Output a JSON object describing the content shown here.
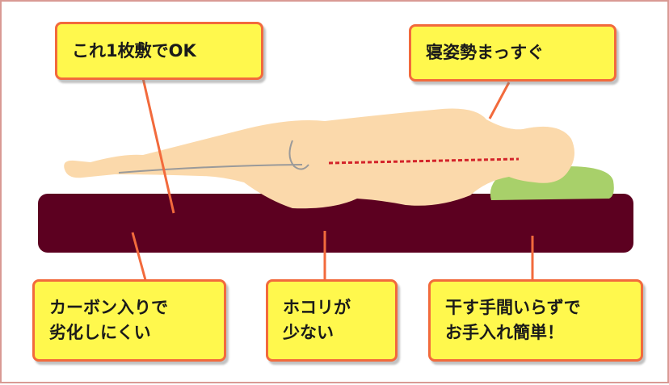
{
  "callouts": {
    "single_sheet": "これ1枚敷でOK",
    "posture": "寝姿勢まっすぐ",
    "carbon": "カーボン入りで\n劣化しにくい",
    "dust": "ホコリが\n少ない",
    "care": "干す手間いらずで\nお手入れ簡単！"
  },
  "colors": {
    "mattress": "#5c0020",
    "body": "#fbd9ab",
    "pillow": "#a8d06a",
    "spine": "#d3232a",
    "leader": "#f26a3c",
    "callout_fill": "#fff84d",
    "callout_border": "#f26a3c"
  }
}
